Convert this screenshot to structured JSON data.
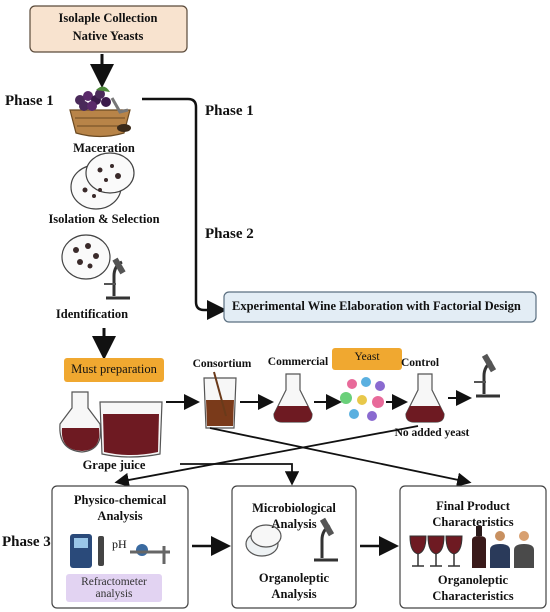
{
  "top_box": {
    "line1": "Isolaple Collection",
    "line2": "Native Yeasts"
  },
  "phase_labels": {
    "phase1_left": "Phase 1",
    "phase1_right": "Phase 1",
    "phase2": "Phase 2",
    "phase3": "Phase 3"
  },
  "steps": {
    "maceration": "Maceration",
    "isolation": "Isolation & Selection",
    "identification": "Identification"
  },
  "experimental_box": "Experimental Wine Elaboration with Factorial Design",
  "must_prep": "Must preparation",
  "grape_juice": "Grape juice",
  "treatments": {
    "consortium": "Consortium",
    "commercial": "Commercial",
    "yeast": "Yeast",
    "control": "Control",
    "no_added": "No added yeast"
  },
  "analysis": {
    "physico_line1": "Physico-chemical",
    "physico_line2": "Analysis",
    "ph": "pH",
    "refract_line1": "Refractometer",
    "refract_line2": "analysis",
    "micro_line1": "Microbiological",
    "micro_line2": "Analysis",
    "organo1_line1": "Organoleptic",
    "organo1_line2": "Analysis",
    "final_line1": "Final Product",
    "final_line2": "Characteristics",
    "organo2_line1": "Organoleptic",
    "organo2_line2": "Characteristics"
  },
  "colors": {
    "peach": "#f8e3cf",
    "blue_box": "#e3edf5",
    "orange": "#f0a830",
    "lavender": "#e2d3f2",
    "wine": "#6e1a22"
  }
}
